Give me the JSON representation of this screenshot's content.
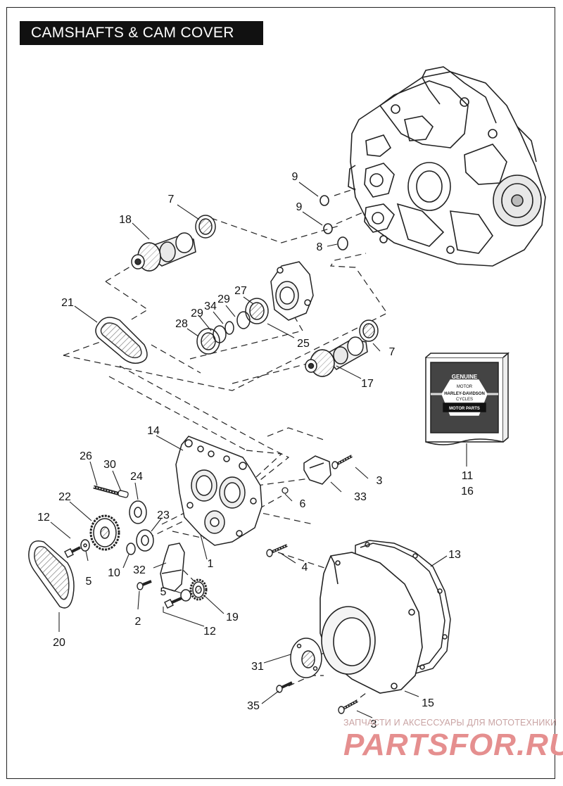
{
  "title": "CAMSHAFTS & CAM COVER",
  "callouts": {
    "c1": "1",
    "c2": "2",
    "c3a": "3",
    "c3b": "3",
    "c4": "4",
    "c5a": "5",
    "c5b": "5",
    "c6": "6",
    "c7a": "7",
    "c7b": "7",
    "c8": "8",
    "c9a": "9",
    "c9b": "9",
    "c10": "10",
    "c11": "11",
    "c12a": "12",
    "c12b": "12",
    "c13": "13",
    "c14": "14",
    "c15": "15",
    "c16": "16",
    "c17": "17",
    "c18": "18",
    "c19": "19",
    "c20": "20",
    "c21": "21",
    "c22": "22",
    "c23": "23",
    "c24": "24",
    "c25": "25",
    "c26": "26",
    "c27": "27",
    "c28": "28",
    "c29a": "29",
    "c29b": "29",
    "c30": "30",
    "c31": "31",
    "c32": "32",
    "c33": "33",
    "c34": "34",
    "c35": "35"
  },
  "genuine_box": {
    "brand_line1": "GENUINE",
    "brand_line2": "MOTOR",
    "brand_line3": "HARLEY-DAVIDSON",
    "brand_line4": "CYCLES",
    "brand_line5": "MOTOR PARTS"
  },
  "watermark": {
    "tagline": "ЗАПЧАСТИ И АКСЕССУАРЫ ДЛЯ МОТОТЕХНИКИ",
    "brand": "PARTSFOR.RU"
  }
}
